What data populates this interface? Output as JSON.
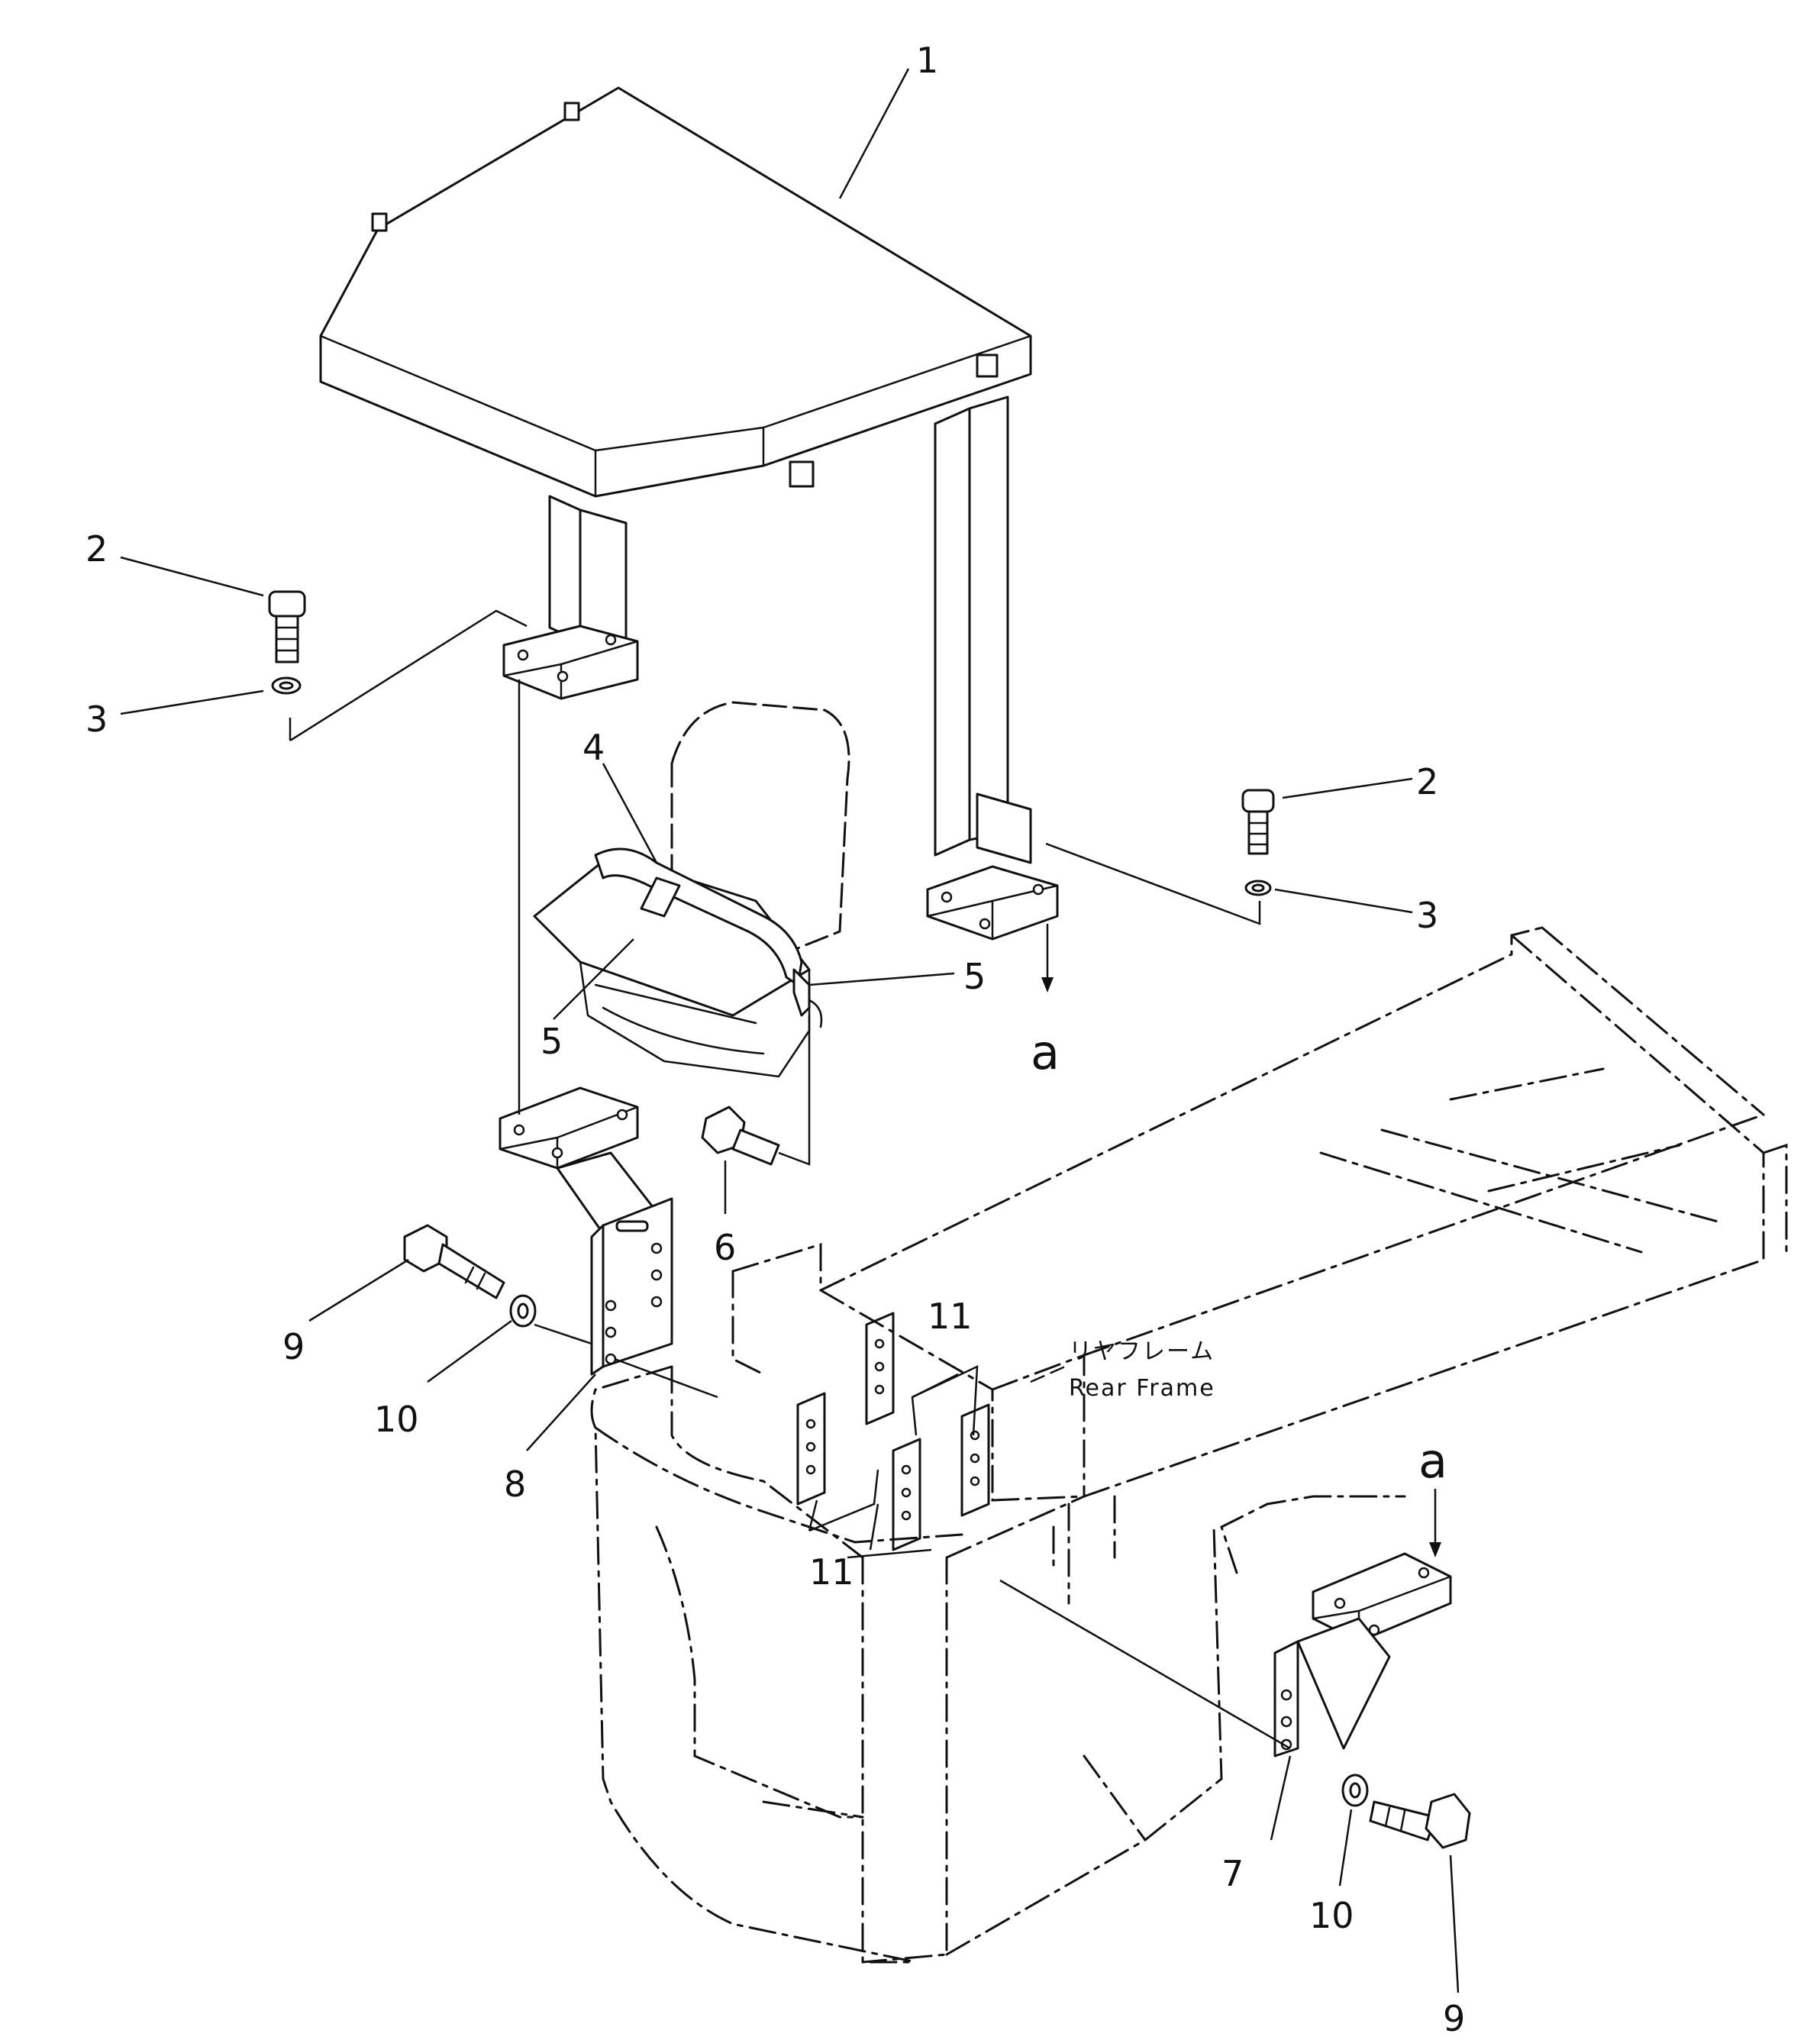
{
  "callouts": {
    "c1": "1",
    "c2a": "2",
    "c3a": "3",
    "c2b": "2",
    "c3b": "3",
    "c4": "4",
    "c5a": "5",
    "c5b": "5",
    "c6": "6",
    "c7": "7",
    "c8": "8",
    "c9a": "9",
    "c10a": "10",
    "c9b": "9",
    "c10b": "10",
    "c11a": "11",
    "c11b": "11"
  },
  "arrows": {
    "a_top": "a",
    "a_bottom": "a"
  },
  "frame_label": {
    "japanese": "リヤフレーム",
    "english": "Rear Frame"
  }
}
